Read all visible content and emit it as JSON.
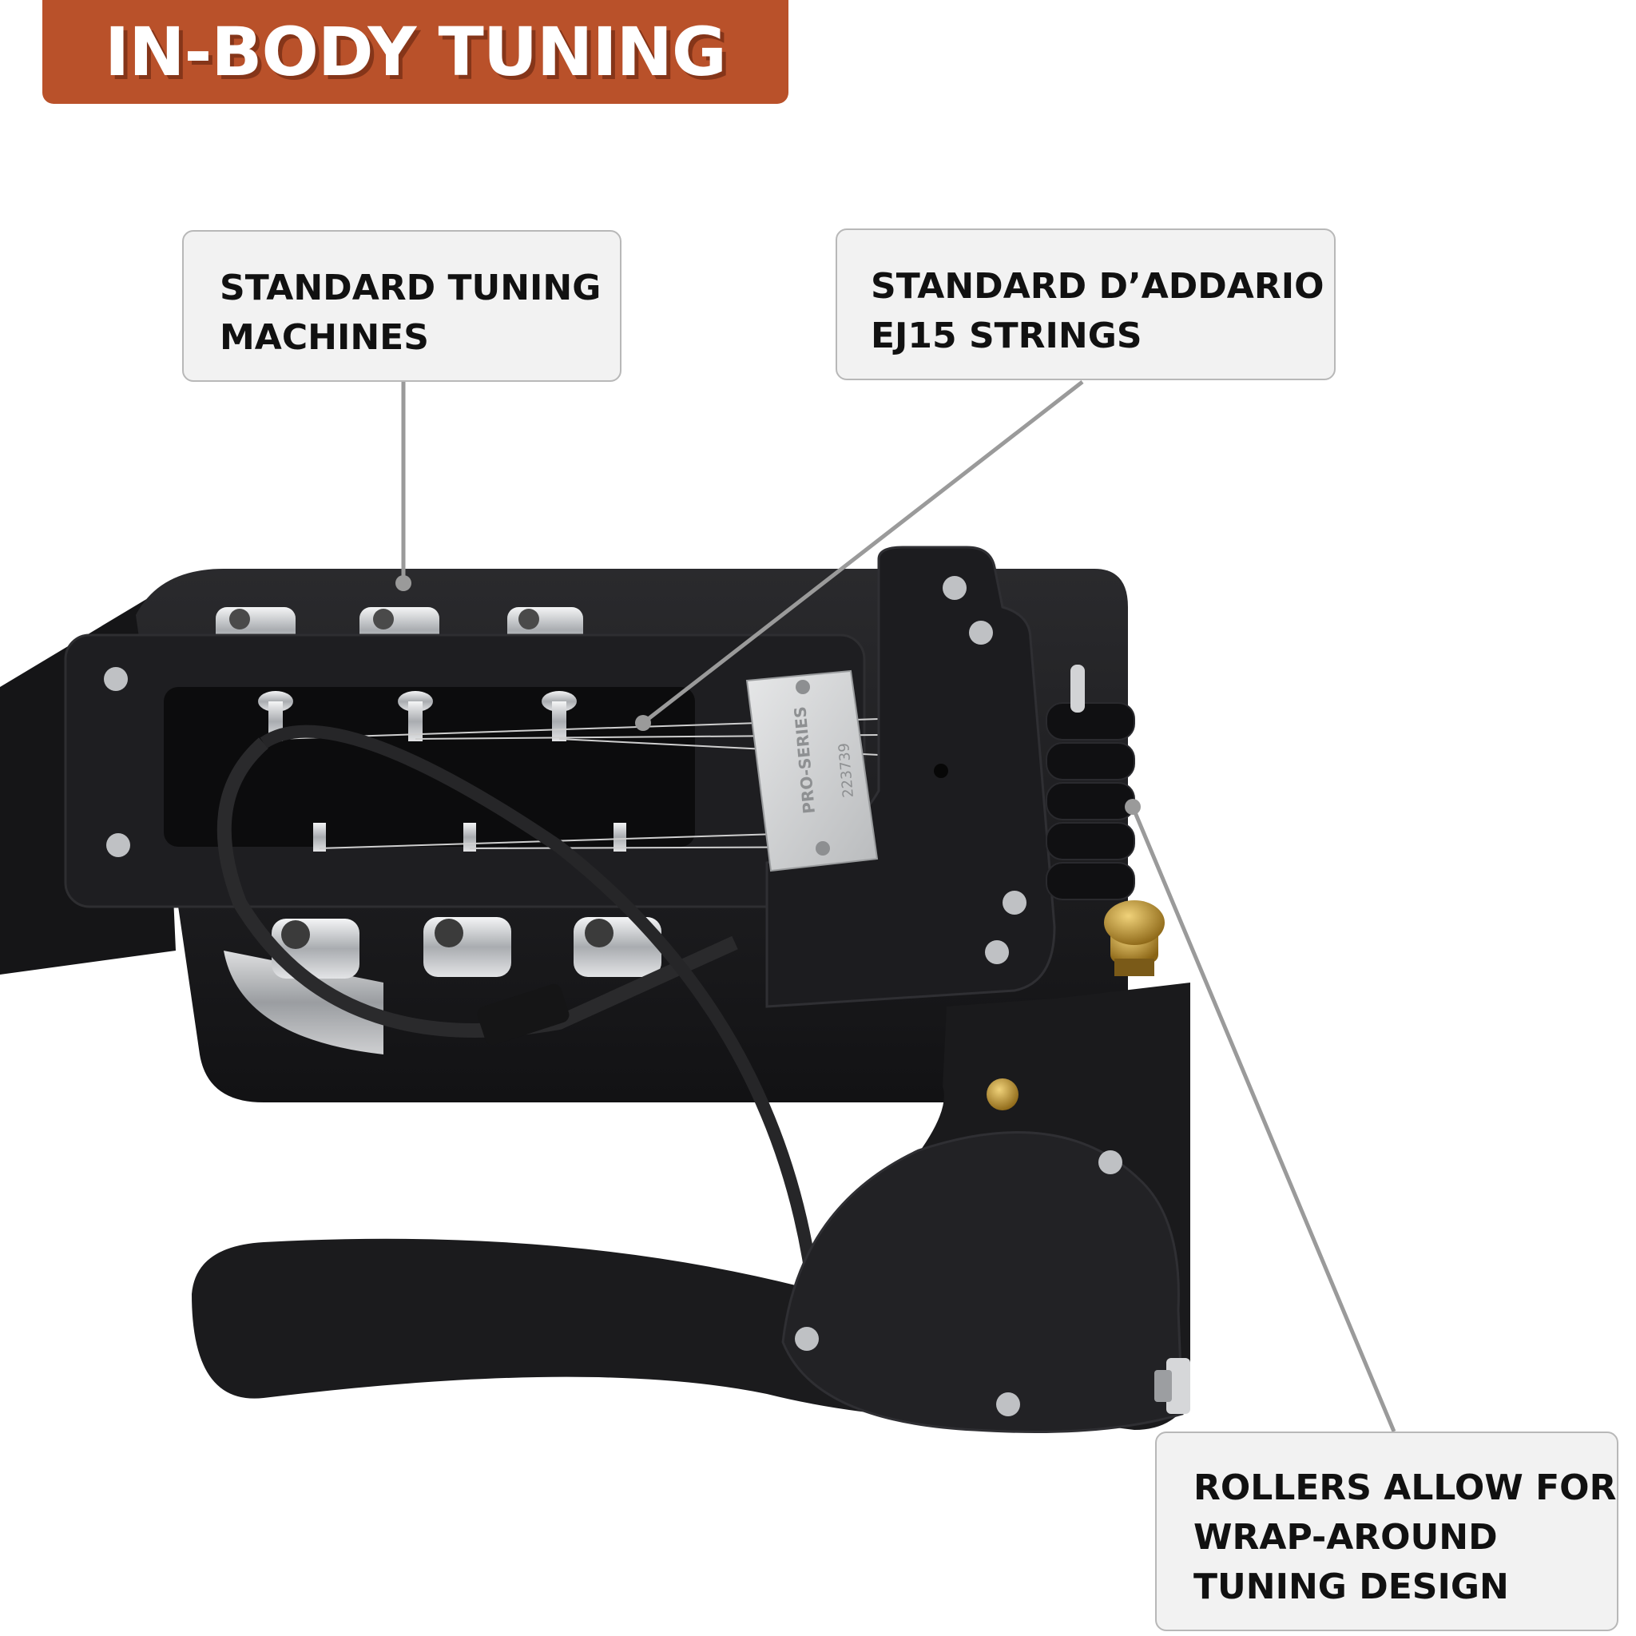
{
  "title": "IN-BODY TUNING",
  "callouts": {
    "tuning_machines": {
      "line1": "STANDARD TUNING",
      "line2": "MACHINES"
    },
    "strings": {
      "line1": "STANDARD D’ADDARIO",
      "line2": "EJ15 STRINGS"
    },
    "rollers": {
      "line1": "ROLLERS ALLOW FOR",
      "line2": "WRAP-AROUND",
      "line3": "TUNING DESIGN"
    }
  },
  "plate": {
    "brand": "PRO-SERIES",
    "serial": "223739"
  },
  "colors": {
    "banner": "#b9512a",
    "body": "#1b1b1d",
    "chrome": "#c9cbce",
    "brass": "#b8902a"
  }
}
